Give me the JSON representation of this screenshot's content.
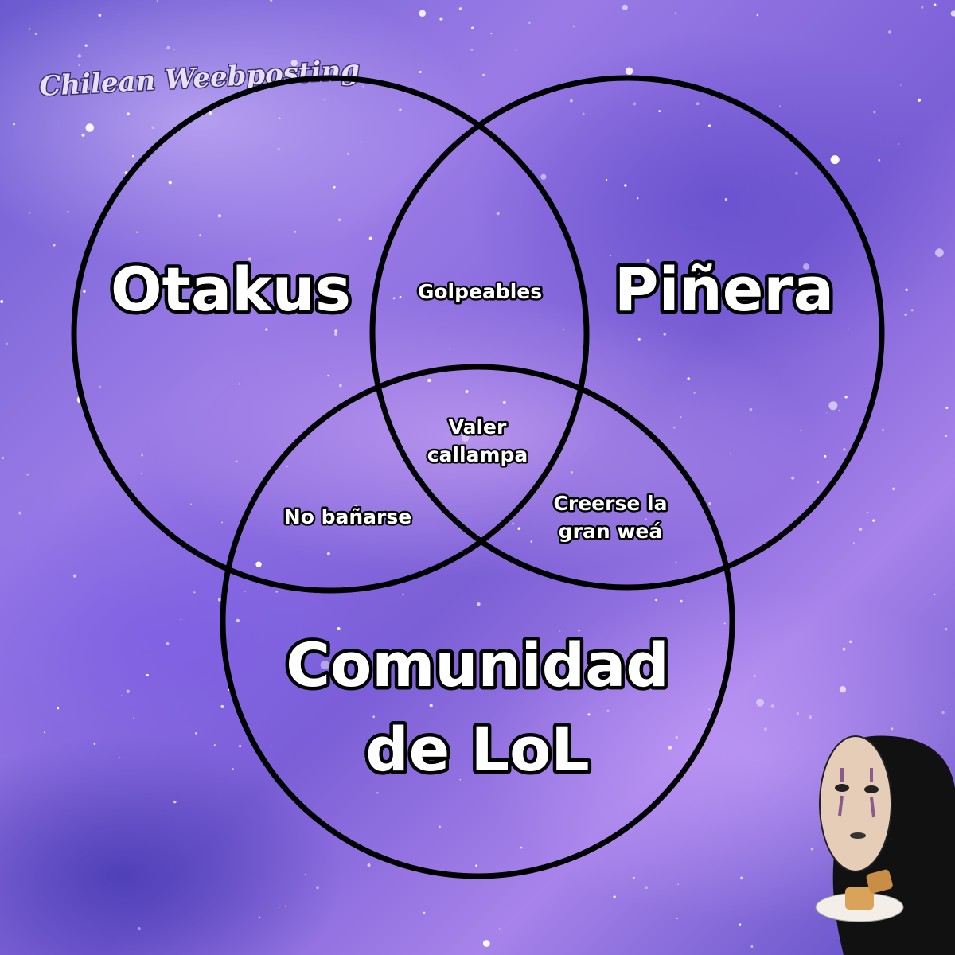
{
  "watermark": "Chilean Weebposting",
  "sets": {
    "a": "Otakus",
    "b": "Piñera",
    "c_line1": "Comunidad",
    "c_line2": "de LoL"
  },
  "intersections": {
    "ab": "Golpeables",
    "abc_line1": "Valer",
    "abc_line2": "callampa",
    "ac": "No bañarse",
    "bc_line1": "Creerse la",
    "bc_line2": "gran weá"
  },
  "colors": {
    "circle_stroke": "#000000",
    "label_fill": "#ffffff"
  }
}
